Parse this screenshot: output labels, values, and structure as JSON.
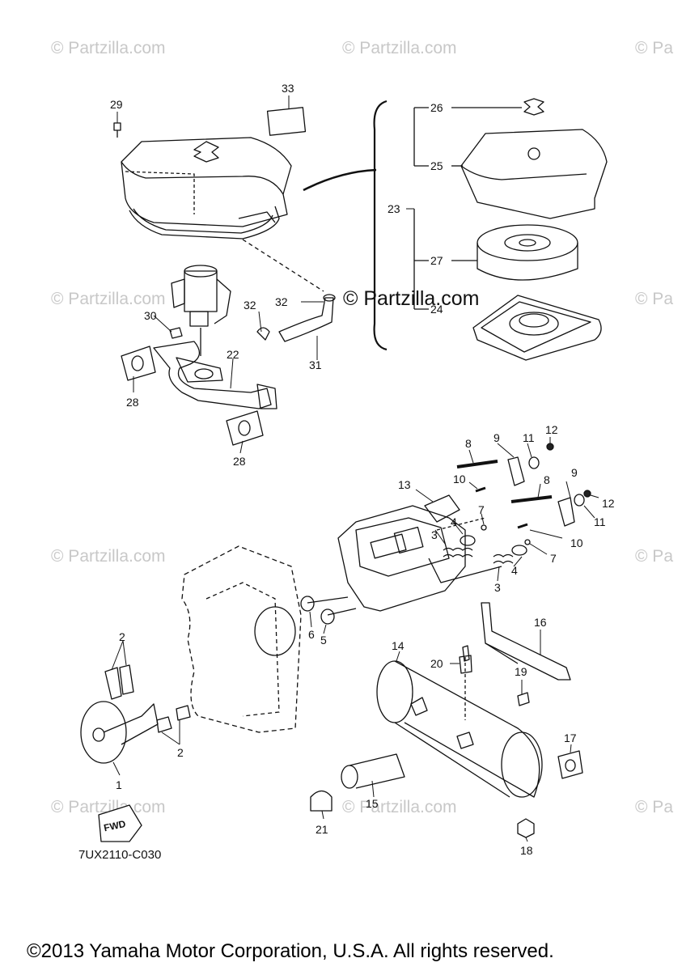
{
  "watermarks": {
    "brand": "© Partzilla.com",
    "brand_cut": "© Pa",
    "center": "© Partzilla.com"
  },
  "callouts": [
    "1",
    "2",
    "2",
    "2",
    "3",
    "3",
    "4",
    "4",
    "5",
    "6",
    "7",
    "7",
    "8",
    "8",
    "9",
    "9",
    "10",
    "10",
    "11",
    "11",
    "12",
    "12",
    "13",
    "14",
    "15",
    "16",
    "17",
    "18",
    "19",
    "20",
    "21",
    "22",
    "23",
    "24",
    "25",
    "26",
    "27",
    "28",
    "28",
    "29",
    "30",
    "31",
    "32",
    "32",
    "33"
  ],
  "fwd_label": "FWD",
  "diagram_code": "7UX2110-C030",
  "copyright": "©2013 Yamaha Motor Corporation, U.S.A. All rights reserved."
}
